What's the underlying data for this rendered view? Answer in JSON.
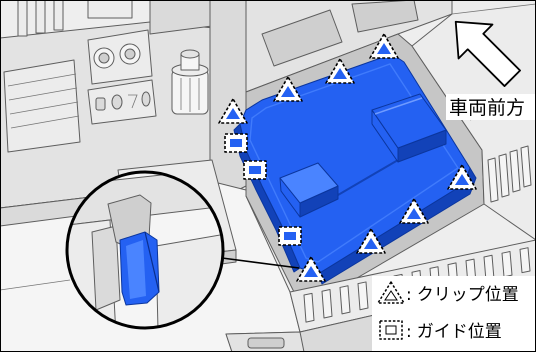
{
  "figure": {
    "direction_label": "車両前方",
    "direction_arrow_icon": "arrow-up-left-icon"
  },
  "legend": {
    "items": [
      {
        "icon": "dashed-triangle-icon",
        "separator": ":",
        "label": "クリップ位置"
      },
      {
        "icon": "dashed-square-icon",
        "separator": ":",
        "label": "ガイド位置"
      }
    ]
  },
  "colors": {
    "panel": "#2461f2",
    "panel_dark": "#1242b8",
    "panel_light": "#4a84ff",
    "outline": "#000000"
  }
}
